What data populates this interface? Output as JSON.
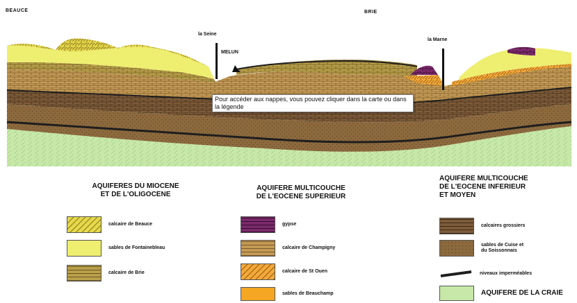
{
  "header": {
    "left_region": "BEAUCE",
    "right_region": "BRIE"
  },
  "rivers": {
    "seine": "la Seine",
    "melun": "MELUN",
    "marne": "la Marne"
  },
  "tooltip": "Pour accéder aux nappes, vous pouvez cliquer dans la carte ou dans la légende",
  "groups": {
    "miocene": "AQUIFERES DU MIOCENE\nET DE L'OLIGOCENE",
    "eocene_sup": "AQUIFERE MULTICOUCHE\nDE L'EOCENE SUPERIEUR",
    "eocene_inf": "AQUIFERE MULTICOUCHE\nDE L'EOCENE INFERIEUR\nET MOYEN"
  },
  "legend": {
    "calcaire_beauce": "calcaire de Beauce",
    "sables_fontainebleau": "sables de Fontainebleau",
    "calcaire_brie": "calcaire de Brie",
    "gypse": "gypse",
    "calcaire_champigny": "calcaire de Champigny",
    "calcaire_st_ouen": "calcaire de St Ouen",
    "sables_beauchamp": "sables de Beauchamp",
    "calcaires_grossiers": "calcaires grossiers",
    "sables_cuise": "sables de Cuise et\ndu Soissonnais",
    "niveaux_impermeables": "niveaux imperméables",
    "craie": "AQUIFERE DE LA CRAIE"
  },
  "colors": {
    "beauce": "#e5d84a",
    "fontainebleau": "#eeee70",
    "brie": "#b9a04a",
    "gypse": "#7a2a6a",
    "champigny": "#c49a55",
    "st_ouen": "#f2a93a",
    "beauchamp": "#f5a623",
    "grossiers": "#7e5c3a",
    "cuise": "#8c6a3e",
    "impermeable": "#1e1e1e",
    "craie": "#c7e8a8"
  }
}
